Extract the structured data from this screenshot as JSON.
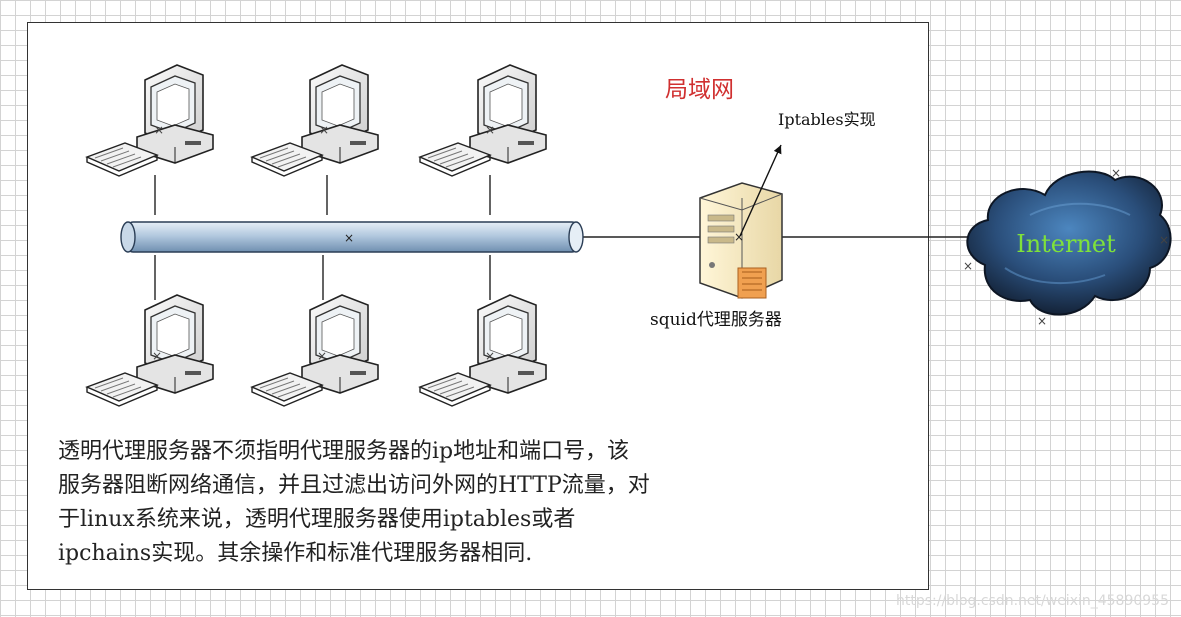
{
  "lan_title": "局域网",
  "iptables_label": "Iptables实现",
  "squid_label": "squid代理服务器",
  "internet_label": "Internet",
  "description": [
    "透明代理服务器不须指明代理服务器的ip地址和端口号，该",
    "服务器阻断网络通信，并且过滤出访问外网的HTTP流量，对",
    "于linux系统来说，透明代理服务器使用iptables或者",
    "ipchains实现。其余操作和标准代理服务器相同."
  ],
  "watermark": "https://blog.csdn.net/weixin_45890955",
  "colors": {
    "lan_title": "#d03030",
    "cloud_dark": "#1c3050",
    "cloud_mid": "#3a72a8",
    "internet_text": "#7fe23a",
    "pipe": "#9cbad6"
  },
  "icons": [
    "desktop-computer-icon",
    "server-icon",
    "cloud-icon",
    "bus-pipe"
  ]
}
